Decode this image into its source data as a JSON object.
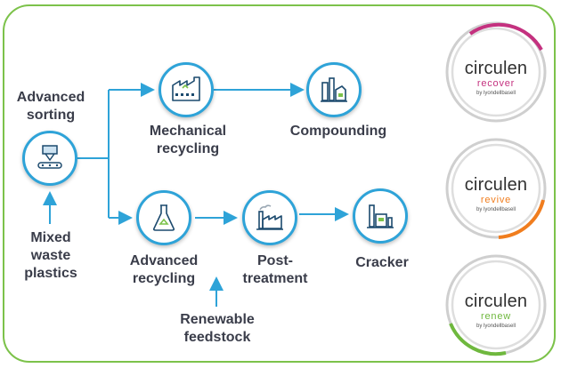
{
  "nodes": {
    "sorting": {
      "lines": [
        "Advanced",
        "sorting"
      ]
    },
    "mixed": {
      "lines": [
        "Mixed",
        "waste",
        "plastics"
      ]
    },
    "mechanical": {
      "lines": [
        "Mechanical",
        "recycling"
      ]
    },
    "compounding": {
      "lines": [
        "Compounding"
      ]
    },
    "advanced_recycling": {
      "lines": [
        "Advanced",
        "recycling"
      ]
    },
    "post_treatment": {
      "lines": [
        "Post-",
        "treatment"
      ]
    },
    "cracker": {
      "lines": [
        "Cracker"
      ]
    },
    "renewable": {
      "lines": [
        "Renewable",
        "feedstock"
      ]
    }
  },
  "brand": {
    "name": "circulen",
    "byline": "by lyondellbasell",
    "variants": [
      {
        "label": "recover",
        "color": "#c4317f"
      },
      {
        "label": "revive",
        "color": "#f07d1e"
      },
      {
        "label": "renew",
        "color": "#6fb83e"
      }
    ]
  },
  "colors": {
    "frame": "#7cc24a",
    "arrow": "#2ea3d8",
    "text": "#3a3d4a"
  },
  "icons": {
    "sorting": "sorting-machine-icon",
    "mechanical": "factory-recycle-icon",
    "compounding": "refinery-icon",
    "advanced_recycling": "flask-recycle-icon",
    "post_treatment": "factory-smoke-icon",
    "cracker": "cracker-plant-icon"
  }
}
